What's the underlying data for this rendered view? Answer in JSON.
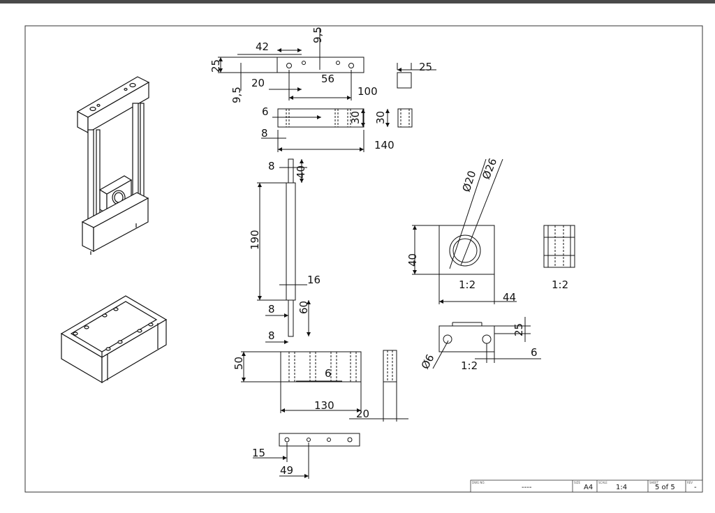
{
  "title_block": {
    "dwg_no_label": "DWG NO.",
    "dwg_no": "----",
    "size_label": "SIZE",
    "size": "A4",
    "scale_label": "SCALE",
    "scale": "1:4",
    "sheet_label": "SHEET",
    "sheet": "5 of 5",
    "rev_label": "REV",
    "rev": "-"
  },
  "dimensions": {
    "top_plate": [
      "42",
      "9,5",
      "25",
      "56",
      "20",
      "9,5",
      "100",
      "25"
    ],
    "side_block": [
      "6",
      "30",
      "30",
      "8",
      "140"
    ],
    "shaft": [
      "8",
      "40",
      "190",
      "16",
      "8",
      "60",
      "8"
    ],
    "bearing": [
      "Ø20",
      "Ø26",
      "40",
      "1:2",
      "44",
      "1:2"
    ],
    "clamp": [
      "25",
      "Ø6",
      "6",
      "1:2"
    ],
    "bottom_block": [
      "50",
      "6",
      "130",
      "20"
    ],
    "bottom_plate": [
      "15",
      "49"
    ]
  },
  "colors": {
    "line": "#111111",
    "frame": "#333333",
    "topbar": "#4a4a4a"
  }
}
